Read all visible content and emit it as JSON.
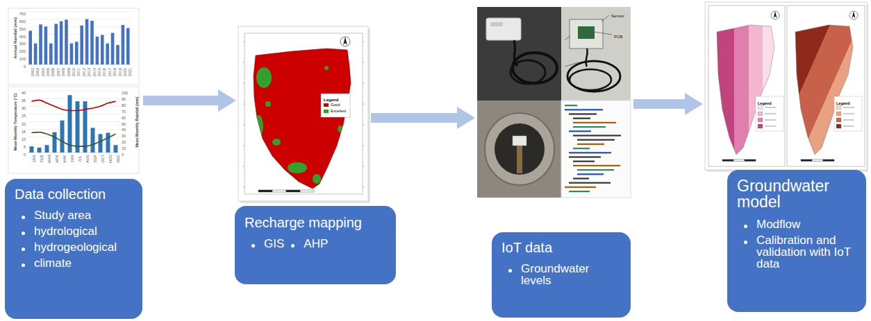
{
  "diagram": {
    "nodes": [
      {
        "text": [
          "Annual Rainfall (mm)",
          "Mean Monthly Temperature (°C)",
          "Mean Monthly Rainfall (mm)"
        ]
      },
      {
        "text": [
          "Legend"
        ]
      },
      {
        "text": [
          "Sensor",
          "PCB"
        ]
      },
      {
        "text": [
          "Legend",
          "Legend"
        ]
      },
      {
        "text": [
          "Data collection",
          "Study area",
          "hydrological",
          "hydrogeological",
          "climate"
        ]
      },
      {
        "text": [
          "Recharge mapping",
          "GIS",
          "AHP"
        ]
      },
      {
        "text": [
          "IoT data",
          "Groundwater levels"
        ]
      },
      {
        "text": [
          "Groundwater model",
          "Modflow",
          "Calibration and validation with IoT data"
        ]
      }
    ],
    "edges": [
      {
        "from": 0,
        "to": 1,
        "arrow": "to"
      },
      {
        "from": 1,
        "to": 2,
        "arrow": "to"
      },
      {
        "from": 2,
        "to": 3,
        "arrow": "to"
      }
    ],
    "labels": [
      "2002",
      "2003",
      "2004",
      "2005",
      "2006",
      "2007",
      "2008",
      "2009",
      "2010",
      "2011",
      "2012",
      "2013",
      "2014",
      "2015",
      "2016",
      "2017",
      "2018",
      "2019",
      "2020",
      "2021",
      "0",
      "100",
      "200",
      "300",
      "400",
      "500",
      "600",
      "700",
      "JAN",
      "FEB",
      "MAR",
      "APR",
      "MAY",
      "JUN",
      "JUL",
      "AUG",
      "SEP",
      "OCT",
      "NOV",
      "DEC",
      "0",
      "5",
      "10",
      "15",
      "20",
      "25",
      "30",
      "35",
      "40",
      "0",
      "10",
      "20",
      "30",
      "40",
      "50",
      "60",
      "70",
      "80",
      "90",
      "100"
    ],
    "legend": [
      {
        "text": "Good",
        "color": "#cc0000"
      },
      {
        "text": "Excellent",
        "color": "#33a02c"
      }
    ]
  }
}
